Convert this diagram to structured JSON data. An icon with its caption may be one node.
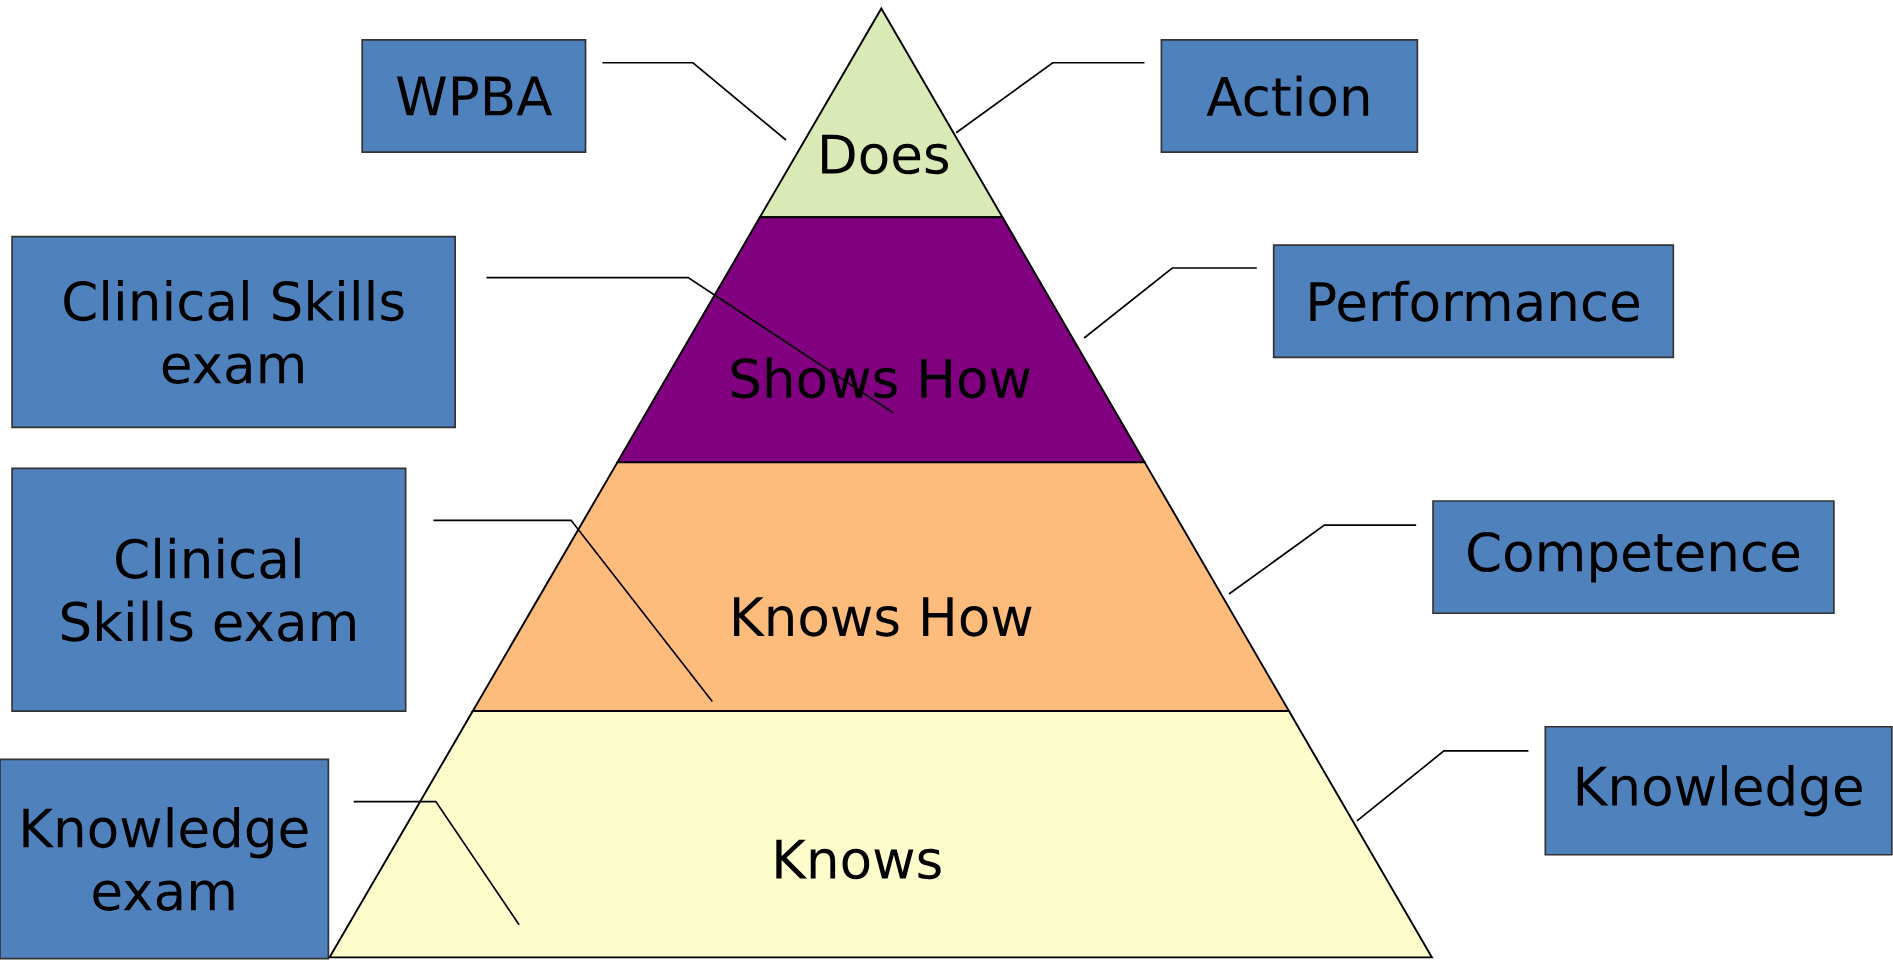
{
  "diagram": {
    "nodes": [
      {
        "text": [
          "Does"
        ]
      },
      {
        "text": [
          "Shows How"
        ]
      },
      {
        "text": [
          "Knows How"
        ]
      },
      {
        "text": [
          "Knows"
        ]
      },
      {
        "text": [
          "WPBA"
        ]
      },
      {
        "text": [
          "Action"
        ]
      },
      {
        "text": [
          "Clinical Skills exam"
        ]
      },
      {
        "text": [
          "Performance"
        ]
      },
      {
        "text": [
          "Clinical Skills exam"
        ]
      },
      {
        "text": [
          "Competence"
        ]
      },
      {
        "text": [
          "Knowledge exam"
        ]
      },
      {
        "text": [
          "Knowledge"
        ]
      }
    ],
    "edges": [
      {
        "from": 4,
        "to": 0,
        "arrow": "none"
      },
      {
        "from": 5,
        "to": 0,
        "arrow": "none"
      },
      {
        "from": 6,
        "to": 1,
        "arrow": "none"
      },
      {
        "from": 7,
        "to": 1,
        "arrow": "none"
      },
      {
        "from": 8,
        "to": 2,
        "arrow": "none"
      },
      {
        "from": 9,
        "to": 2,
        "arrow": "none"
      },
      {
        "from": 10,
        "to": 3,
        "arrow": "none"
      },
      {
        "from": 11,
        "to": 3,
        "arrow": "none"
      }
    ]
  }
}
